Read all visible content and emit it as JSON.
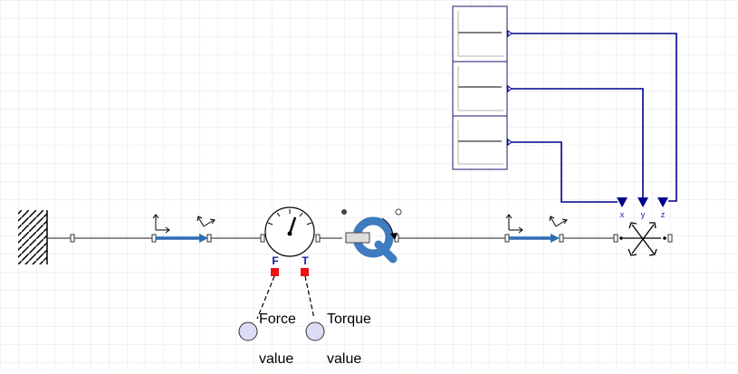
{
  "labels": {
    "force_port": "F",
    "torque_port": "T",
    "force": "Force",
    "torque": "Torque",
    "force_value": "value",
    "torque_value": "value",
    "axis_x": "x",
    "axis_y": "y",
    "axis_z": "z"
  },
  "colors": {
    "wire": "#00008b",
    "rod": "#4a4a4a",
    "arrow": "#2e6db4",
    "sensor_port": "#ee1111",
    "display_fill": "#dcdcf5",
    "grid": "#e3e3f0",
    "port_text": "#1a1aa6",
    "ring": "#3e7bbf"
  },
  "icons": [
    "fixed-wall-icon",
    "frame-axes-icon",
    "translation-arrow-icon",
    "force-torque-sensor-icon",
    "revolute-joint-icon",
    "world-forces-icon",
    "signal-source-icon",
    "real-display-icon"
  ]
}
